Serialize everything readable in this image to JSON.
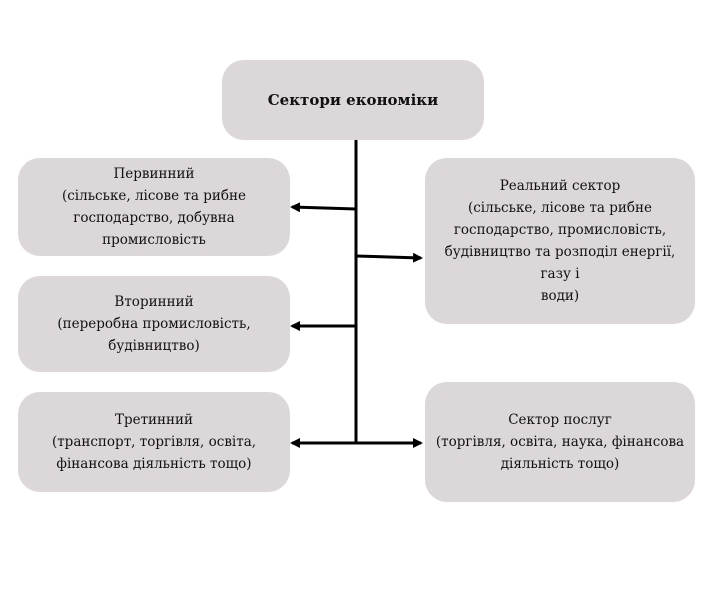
{
  "diagram": {
    "root": {
      "title": "Сектори економіки"
    },
    "left": [
      {
        "id": "primary",
        "lines": [
          "Первинний",
          "(сільське, лісове та рибне",
          "господарство, добувна промисловість"
        ]
      },
      {
        "id": "secondary",
        "lines": [
          "Вторинний",
          "(переробна промисловість,",
          "будівництво)"
        ]
      },
      {
        "id": "tertiary",
        "lines": [
          "Третинний",
          "(транспорт, торгівля, освіта,",
          "фінансова діяльність тощо)"
        ]
      }
    ],
    "right": [
      {
        "id": "real",
        "lines": [
          "Реальний сектор",
          "(сільське, лісове та рибне",
          "господарство, промисловість,",
          "будівництво та розподіл енергії, газу і",
          "води)"
        ]
      },
      {
        "id": "services",
        "lines": [
          "Сектор послуг",
          "(торгівля, освіта, наука, фінансова",
          "діяльність тощо)"
        ]
      }
    ],
    "colors": {
      "box_fill": "#dcd7d9",
      "line": "#000000"
    }
  }
}
